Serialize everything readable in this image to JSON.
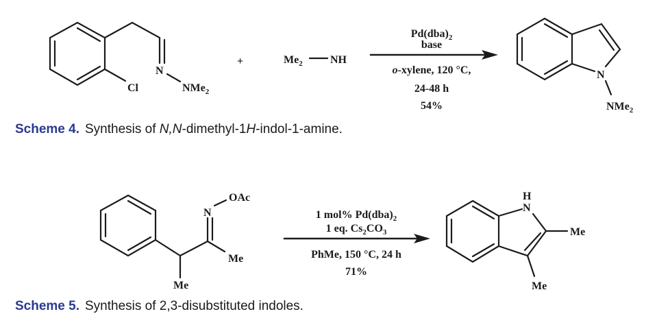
{
  "scheme4": {
    "reactant1": {
      "cl": "Cl",
      "n": "N",
      "nme": "NMe",
      "nme_sub": "2"
    },
    "plus": "+",
    "reactant2": {
      "me": "Me",
      "me_sub": "2",
      "nh": "NH"
    },
    "conditions": {
      "catalyst": "Pd(dba)",
      "catalyst_sub": "2",
      "base": "base",
      "solvent_italic": "o",
      "solvent": "-xylene, 120 °C,",
      "time": "24-48 h",
      "yield": "54%"
    },
    "product": {
      "n": "N",
      "nme": "NMe",
      "nme_sub": "2"
    },
    "caption": {
      "label": "Scheme 4.",
      "text_pre": "Synthesis of ",
      "text_it1": "N,N",
      "text_mid": "-dimethyl-1",
      "text_it2": "H",
      "text_post": "-indol-1-amine."
    }
  },
  "scheme5": {
    "reactant": {
      "oac": "OAc",
      "n": "N",
      "me1": "Me",
      "me2": "Me"
    },
    "conditions": {
      "line1": "1 mol% Pd(dba)",
      "line1_sub": "2",
      "line2a": "1 eq. Cs",
      "line2_sub1": "2",
      "line2b": "CO",
      "line2_sub2": "3",
      "line3": "PhMe, 150 °C, 24 h",
      "yield": "71%"
    },
    "product": {
      "h": "H",
      "n": "N",
      "me1": "Me",
      "me2": "Me"
    },
    "caption": {
      "label": "Scheme 5.",
      "text": "Synthesis of 2,3-disubstituted indoles."
    }
  }
}
